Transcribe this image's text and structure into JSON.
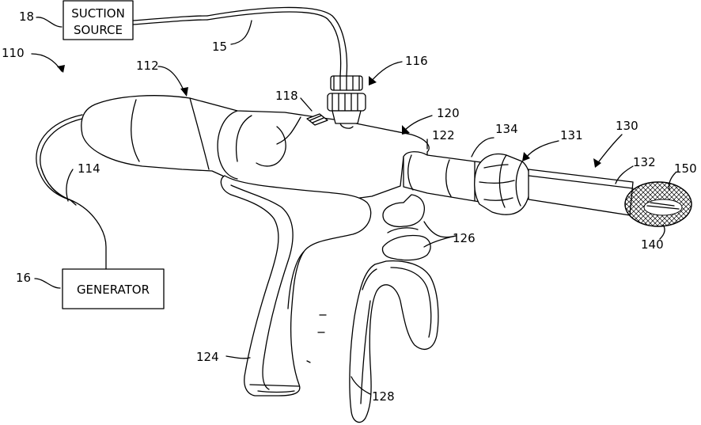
{
  "boxes": {
    "suction_line1": "SUCTION",
    "suction_line2": "SOURCE",
    "generator": "GENERATOR"
  },
  "labels": {
    "l18": "18",
    "l15": "15",
    "l110": "110",
    "l112": "112",
    "l114": "114",
    "l16": "16",
    "l116": "116",
    "l118": "118",
    "l120": "120",
    "l122": "122",
    "l134": "134",
    "l131": "131",
    "l130": "130",
    "l132": "132",
    "l150": "150",
    "l140": "140",
    "l126": "126",
    "l124": "124",
    "l128": "128"
  }
}
